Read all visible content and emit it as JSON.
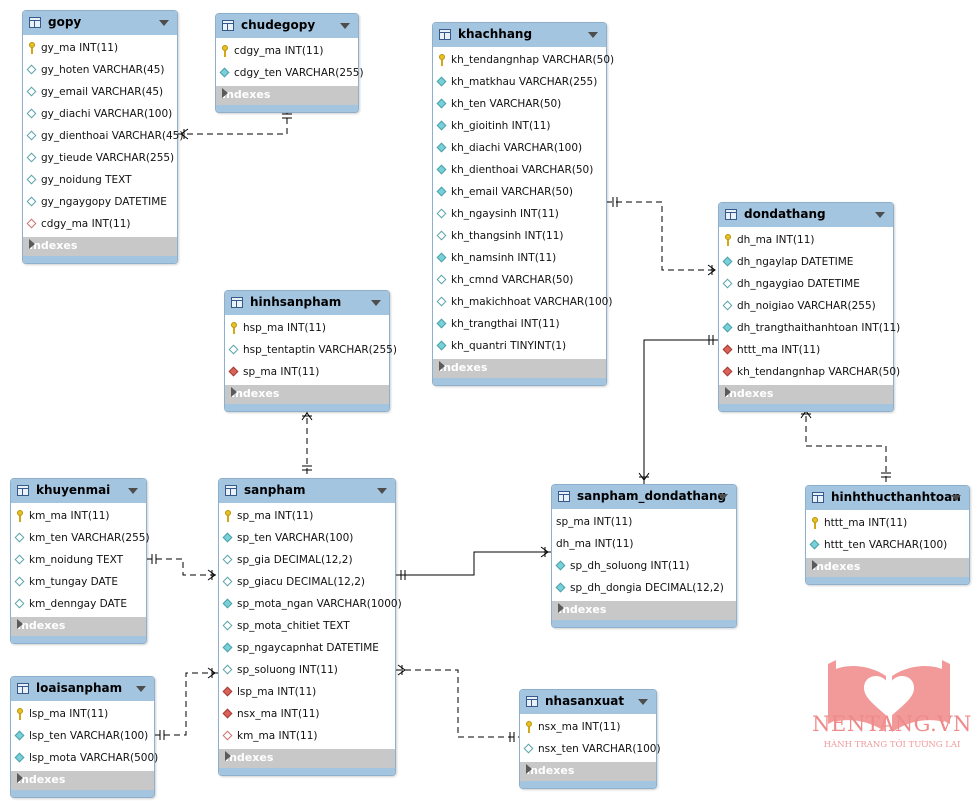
{
  "tables": [
    {
      "name": "gopy",
      "columns": [
        {
          "text": "gy_ma INT(11)",
          "icon": "primary-key-icon"
        },
        {
          "text": "gy_hoten VARCHAR(45)",
          "icon": "nullable-column-icon"
        },
        {
          "text": "gy_email VARCHAR(45)",
          "icon": "nullable-column-icon"
        },
        {
          "text": "gy_diachi VARCHAR(100)",
          "icon": "nullable-column-icon"
        },
        {
          "text": "gy_dienthoai VARCHAR(45)",
          "icon": "nullable-column-icon"
        },
        {
          "text": "gy_tieude VARCHAR(255)",
          "icon": "nullable-column-icon"
        },
        {
          "text": "gy_noidung TEXT",
          "icon": "nullable-column-icon"
        },
        {
          "text": "gy_ngaygopy DATETIME",
          "icon": "nullable-column-icon"
        },
        {
          "text": "cdgy_ma INT(11)",
          "icon": "nullable-foreign-key-icon"
        }
      ],
      "indexes_label": "Indexes"
    },
    {
      "name": "chudegopy",
      "columns": [
        {
          "text": "cdgy_ma INT(11)",
          "icon": "primary-key-icon"
        },
        {
          "text": "cdgy_ten VARCHAR(255)",
          "icon": "not-null-column-icon"
        }
      ],
      "indexes_label": "Indexes"
    },
    {
      "name": "khachhang",
      "columns": [
        {
          "text": "kh_tendangnhap VARCHAR(50)",
          "icon": "primary-key-icon"
        },
        {
          "text": "kh_matkhau VARCHAR(255)",
          "icon": "not-null-column-icon"
        },
        {
          "text": "kh_ten VARCHAR(50)",
          "icon": "not-null-column-icon"
        },
        {
          "text": "kh_gioitinh INT(11)",
          "icon": "not-null-column-icon"
        },
        {
          "text": "kh_diachi VARCHAR(100)",
          "icon": "not-null-column-icon"
        },
        {
          "text": "kh_dienthoai VARCHAR(50)",
          "icon": "not-null-column-icon"
        },
        {
          "text": "kh_email VARCHAR(50)",
          "icon": "not-null-column-icon"
        },
        {
          "text": "kh_ngaysinh INT(11)",
          "icon": "nullable-column-icon"
        },
        {
          "text": "kh_thangsinh INT(11)",
          "icon": "nullable-column-icon"
        },
        {
          "text": "kh_namsinh INT(11)",
          "icon": "not-null-column-icon"
        },
        {
          "text": "kh_cmnd VARCHAR(50)",
          "icon": "nullable-column-icon"
        },
        {
          "text": "kh_makichhoat VARCHAR(100)",
          "icon": "nullable-column-icon"
        },
        {
          "text": "kh_trangthai INT(11)",
          "icon": "not-null-column-icon"
        },
        {
          "text": "kh_quantri TINYINT(1)",
          "icon": "not-null-column-icon"
        }
      ],
      "indexes_label": "Indexes"
    },
    {
      "name": "dondathang",
      "columns": [
        {
          "text": "dh_ma INT(11)",
          "icon": "primary-key-icon"
        },
        {
          "text": "dh_ngaylap DATETIME",
          "icon": "not-null-column-icon"
        },
        {
          "text": "dh_ngaygiao DATETIME",
          "icon": "nullable-column-icon"
        },
        {
          "text": "dh_noigiao VARCHAR(255)",
          "icon": "nullable-column-icon"
        },
        {
          "text": "dh_trangthaithanhtoan INT(11)",
          "icon": "not-null-column-icon"
        },
        {
          "text": "httt_ma INT(11)",
          "icon": "foreign-key-icon"
        },
        {
          "text": "kh_tendangnhap VARCHAR(50)",
          "icon": "foreign-key-icon"
        }
      ],
      "indexes_label": "Indexes"
    },
    {
      "name": "hinhsanpham",
      "columns": [
        {
          "text": "hsp_ma INT(11)",
          "icon": "primary-key-icon"
        },
        {
          "text": "hsp_tentaptin VARCHAR(255)",
          "icon": "nullable-column-icon"
        },
        {
          "text": "sp_ma INT(11)",
          "icon": "foreign-key-icon"
        }
      ],
      "indexes_label": "Indexes"
    },
    {
      "name": "khuyenmai",
      "columns": [
        {
          "text": "km_ma INT(11)",
          "icon": "primary-key-icon"
        },
        {
          "text": "km_ten VARCHAR(255)",
          "icon": "nullable-column-icon"
        },
        {
          "text": "km_noidung TEXT",
          "icon": "nullable-column-icon"
        },
        {
          "text": "km_tungay DATE",
          "icon": "nullable-column-icon"
        },
        {
          "text": "km_denngay DATE",
          "icon": "nullable-column-icon"
        }
      ],
      "indexes_label": "Indexes"
    },
    {
      "name": "sanpham",
      "columns": [
        {
          "text": "sp_ma INT(11)",
          "icon": "primary-key-icon"
        },
        {
          "text": "sp_ten VARCHAR(100)",
          "icon": "not-null-column-icon"
        },
        {
          "text": "sp_gia DECIMAL(12,2)",
          "icon": "nullable-column-icon"
        },
        {
          "text": "sp_giacu DECIMAL(12,2)",
          "icon": "nullable-column-icon"
        },
        {
          "text": "sp_mota_ngan VARCHAR(1000)",
          "icon": "not-null-column-icon"
        },
        {
          "text": "sp_mota_chitiet TEXT",
          "icon": "nullable-column-icon"
        },
        {
          "text": "sp_ngaycapnhat DATETIME",
          "icon": "not-null-column-icon"
        },
        {
          "text": "sp_soluong INT(11)",
          "icon": "nullable-column-icon"
        },
        {
          "text": "lsp_ma INT(11)",
          "icon": "foreign-key-icon"
        },
        {
          "text": "nsx_ma INT(11)",
          "icon": "foreign-key-icon"
        },
        {
          "text": "km_ma INT(11)",
          "icon": "nullable-foreign-key-icon"
        }
      ],
      "indexes_label": "Indexes"
    },
    {
      "name": "sanpham_dondathang",
      "columns": [
        {
          "text": "sp_ma INT(11)",
          "icon": "none"
        },
        {
          "text": "dh_ma INT(11)",
          "icon": "none"
        },
        {
          "text": "sp_dh_soluong INT(11)",
          "icon": "not-null-column-icon"
        },
        {
          "text": "sp_dh_dongia DECIMAL(12,2)",
          "icon": "not-null-column-icon"
        }
      ],
      "indexes_label": "Indexes"
    },
    {
      "name": "hinhthucthanhtoan",
      "columns": [
        {
          "text": "httt_ma INT(11)",
          "icon": "primary-key-icon"
        },
        {
          "text": "httt_ten VARCHAR(100)",
          "icon": "not-null-column-icon"
        }
      ],
      "indexes_label": "Indexes"
    },
    {
      "name": "loaisanpham",
      "columns": [
        {
          "text": "lsp_ma INT(11)",
          "icon": "primary-key-icon"
        },
        {
          "text": "lsp_ten VARCHAR(100)",
          "icon": "not-null-column-icon"
        },
        {
          "text": "lsp_mota VARCHAR(500)",
          "icon": "not-null-column-icon"
        }
      ],
      "indexes_label": "Indexes"
    },
    {
      "name": "nhasanxuat",
      "columns": [
        {
          "text": "nsx_ma INT(11)",
          "icon": "primary-key-icon"
        },
        {
          "text": "nsx_ten VARCHAR(100)",
          "icon": "nullable-column-icon"
        }
      ],
      "indexes_label": "Indexes"
    }
  ],
  "relationships": [
    {
      "from": "gopy",
      "to": "chudegopy",
      "style": "dashed"
    },
    {
      "from": "dondathang",
      "to": "khachhang",
      "style": "dashed"
    },
    {
      "from": "hinhsanpham",
      "to": "sanpham",
      "style": "dashed"
    },
    {
      "from": "sanpham",
      "to": "khuyenmai",
      "style": "dashed"
    },
    {
      "from": "sanpham",
      "to": "loaisanpham",
      "style": "dashed"
    },
    {
      "from": "sanpham",
      "to": "nhasanxuat",
      "style": "dashed"
    },
    {
      "from": "sanpham_dondathang",
      "to": "sanpham",
      "style": "solid"
    },
    {
      "from": "sanpham_dondathang",
      "to": "dondathang",
      "style": "solid"
    },
    {
      "from": "dondathang",
      "to": "hinhthucthanhtoan",
      "style": "dashed"
    }
  ],
  "watermark": {
    "brand": "NENTANG.VN",
    "slogan": "HÀNH TRANG TỚI TƯƠNG LAI",
    "color": "#ef8a8a"
  },
  "colors": {
    "header": "#a4c5e0",
    "indexes_bar": "#c8c8c8",
    "line": "#000000"
  }
}
